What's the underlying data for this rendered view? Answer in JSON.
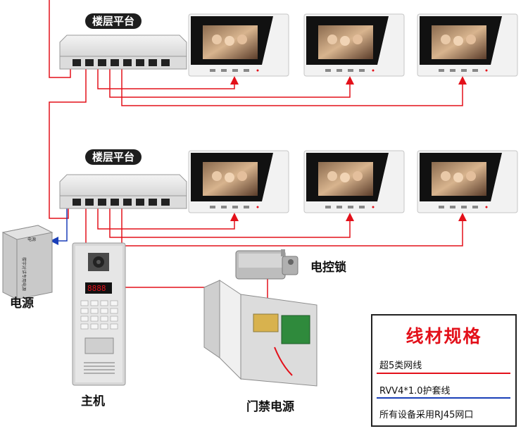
{
  "floor_label_1": "楼层平台",
  "floor_label_2": "楼层平台",
  "power_supply": "电源",
  "power_box_text": "楼宇对讲专用电源",
  "power_box_brand": "电源",
  "electric_lock": "电控锁",
  "main_unit": "主机",
  "access_power": "门禁电源",
  "legend": {
    "title": "线材规格",
    "cat5": "超5类网线",
    "rvv": "RVV4*1.0护套线",
    "rj45": "所有设备采用RJ45网口"
  },
  "colors": {
    "cat5_wire": "#e3101a",
    "rvv_wire": "#1a3fb8"
  },
  "icons": [
    "switch-icon",
    "monitor-icon",
    "door-station-icon",
    "lock-icon",
    "power-box-icon"
  ]
}
